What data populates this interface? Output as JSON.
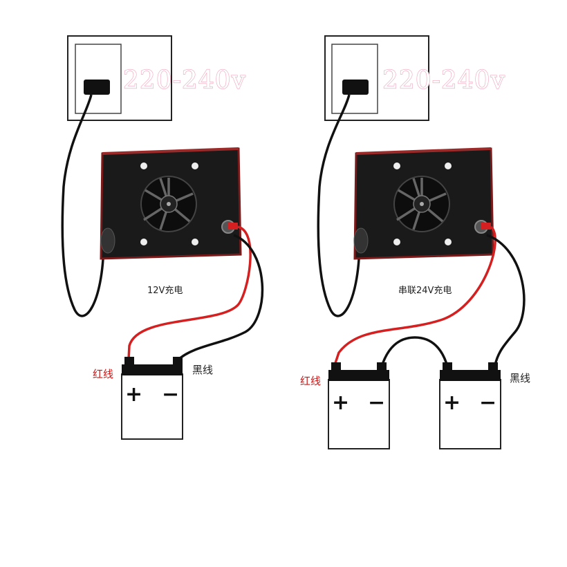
{
  "colors": {
    "red_wire": "#d42020",
    "black_wire": "#111111",
    "red_label": "#c81818",
    "charger_body": "#1a1a1a",
    "charger_edge": "#7a1a1a",
    "voltage_stroke": "#f0a0b8"
  },
  "left_panel": {
    "voltage_label": "220-240v",
    "charger_caption": "12V充电",
    "red_wire_label": "红线",
    "black_wire_label": "黑线",
    "battery": {
      "plus": "+",
      "minus": "−"
    }
  },
  "right_panel": {
    "voltage_label": "220-240v",
    "charger_caption": "串联24V充电",
    "red_wire_label": "红线",
    "black_wire_label": "黑线",
    "battery_a": {
      "plus": "+",
      "minus": "−"
    },
    "battery_b": {
      "plus": "+",
      "minus": "−"
    }
  }
}
